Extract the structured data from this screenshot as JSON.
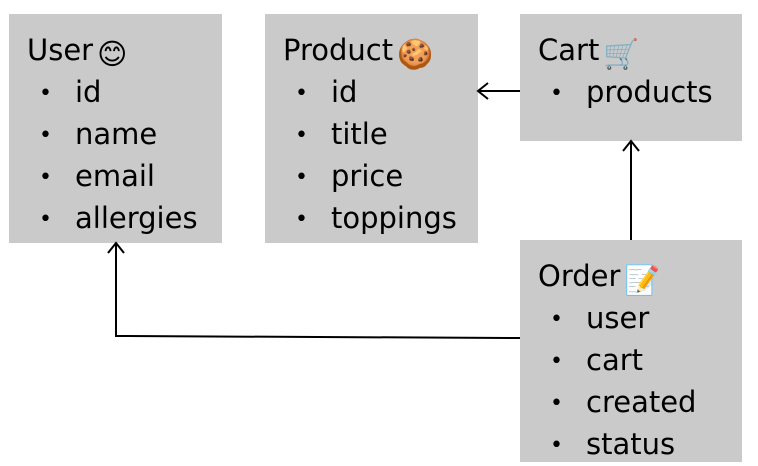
{
  "entities": [
    {
      "id": "user",
      "name": "User",
      "icon": "smiling-face-emoji",
      "emoji": "😊",
      "fields": [
        "id",
        "name",
        "email",
        "allergies"
      ]
    },
    {
      "id": "product",
      "name": "Product",
      "icon": "cookie-emoji",
      "emoji": "🍪",
      "fields": [
        "id",
        "title",
        "price",
        "toppings"
      ]
    },
    {
      "id": "cart",
      "name": "Cart",
      "icon": "shopping-cart-emoji",
      "emoji": "🛒",
      "fields": [
        "products"
      ]
    },
    {
      "id": "order",
      "name": "Order",
      "icon": "memo-emoji",
      "emoji": "📝",
      "fields": [
        "user",
        "cart",
        "created",
        "status"
      ]
    }
  ],
  "relations": [
    {
      "from": "cart",
      "to": "product"
    },
    {
      "from": "order",
      "to": "cart"
    },
    {
      "from": "order",
      "to": "user"
    }
  ],
  "colors": {
    "box_fill": "#cacaca",
    "line": "#000000",
    "background": "#ffffff"
  }
}
